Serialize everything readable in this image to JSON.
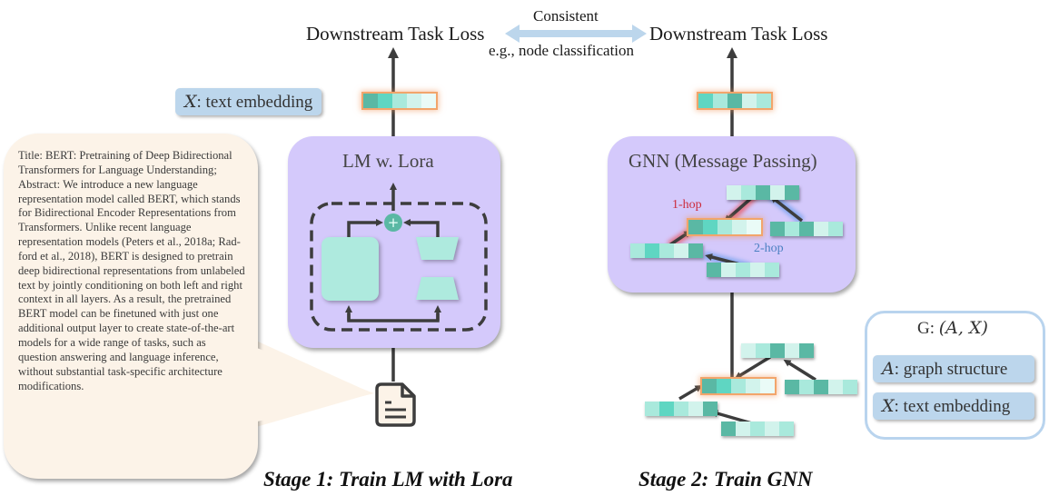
{
  "header": {
    "left_loss": "Downstream Task Loss",
    "right_loss": "Downstream Task Loss",
    "consistent": "Consistent",
    "example": "e.g., node classification"
  },
  "stage1": {
    "chip_var": "X",
    "chip_label": ": text embedding",
    "panel_title": "LM w. Lora",
    "caption": "Stage 1: Train LM with Lora",
    "document_icon": "document-icon",
    "callout_text": "Title: BERT: Pretraining of Deep Bidirectional Transformers for Language Understanding; Abstract: We introduce a new language representation model called BERT, which stands for Bidirectional Encoder Representations from Transformers. Unlike recent language representation models (Peters et al., 2018a; Rad- ford et al., 2018), BERT is designed to pretrain deep bidirectional representations from unlabeled text by jointly conditioning on both left and right context in all layers. As a result, the pretrained BERT model can be finetuned with just one additional output layer to create state-of-the-art models for a wide range of tasks, such as question answering and language inference, without substantial task-specific architecture modifications."
  },
  "stage2": {
    "panel_title": "GNN (Message Passing)",
    "hop1": "1-hop",
    "hop2": "2-hop",
    "caption": "Stage 2: Train GNN"
  },
  "legend": {
    "title_prefix": "G: ",
    "title_math": "(A, X)",
    "items": [
      {
        "var": "A",
        "label": ": graph structure"
      },
      {
        "var": "X",
        "label": ": text embedding"
      }
    ]
  },
  "colors": {
    "teal_dark": "#5ab8a4",
    "teal_mid": "#5fd6c2",
    "teal_light": "#a9e9dc",
    "teal_pale": "#d2f3ec",
    "teal_white": "#eafbf7",
    "panel": "#d4c9fb",
    "callout": "#fcf3e8",
    "chip": "#bcd6ec",
    "hop1": "#cc2a3a",
    "hop2": "#4a7fc1"
  },
  "embeddings": {
    "stage1_out": [
      "teal_dark",
      "teal_mid",
      "teal_light",
      "teal_pale",
      "teal_white"
    ],
    "stage2_out": [
      "teal_mid",
      "teal_light",
      "teal_dark",
      "teal_pale",
      "teal_light"
    ],
    "gnn_top": [
      "teal_pale",
      "teal_light",
      "teal_dark",
      "teal_pale",
      "teal_dark"
    ],
    "gnn_center": [
      "teal_dark",
      "teal_mid",
      "teal_light",
      "teal_pale",
      "teal_white"
    ],
    "gnn_right": [
      "teal_dark",
      "teal_light",
      "teal_dark",
      "teal_pale",
      "teal_light"
    ],
    "gnn_left": [
      "teal_light",
      "teal_mid",
      "teal_light",
      "teal_pale",
      "teal_dark"
    ],
    "gnn_bottom": [
      "teal_dark",
      "teal_pale",
      "teal_light",
      "teal_pale",
      "teal_light"
    ]
  }
}
